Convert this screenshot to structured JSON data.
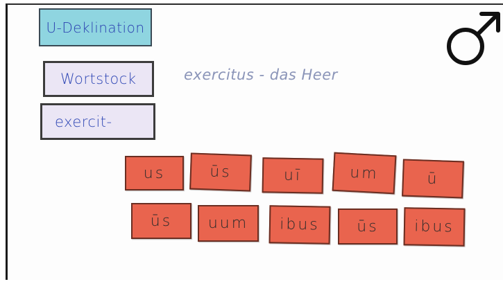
{
  "title_card": "U-Deklination",
  "stem_label": "Wortstock",
  "stem_value": "exercit-",
  "example": "exercitus - das Heer",
  "gender_symbol": "male-symbol",
  "endings_row1": [
    "us",
    "ūs",
    "uī",
    "um",
    "ū"
  ],
  "endings_row2": [
    "ūs",
    "uum",
    "ibus",
    "ūs",
    "ibus"
  ],
  "colors": {
    "ending_card": "#e9644e",
    "title_card": "#8fd5e0",
    "stem_card": "#ebe6f5",
    "ink": "#2a3fb0"
  }
}
